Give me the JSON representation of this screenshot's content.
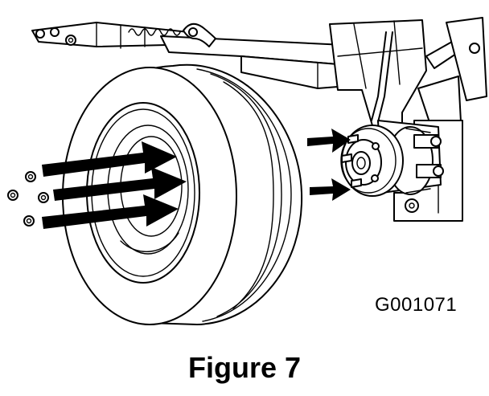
{
  "figure": {
    "reference_code": "G001071",
    "caption": "Figure 7"
  },
  "icons": {
    "wheel": "tire-wheel-illustration",
    "hub": "wheel-hub-illustration",
    "arrows": "assembly-direction-arrows",
    "nuts": "lug-nut-icons"
  }
}
